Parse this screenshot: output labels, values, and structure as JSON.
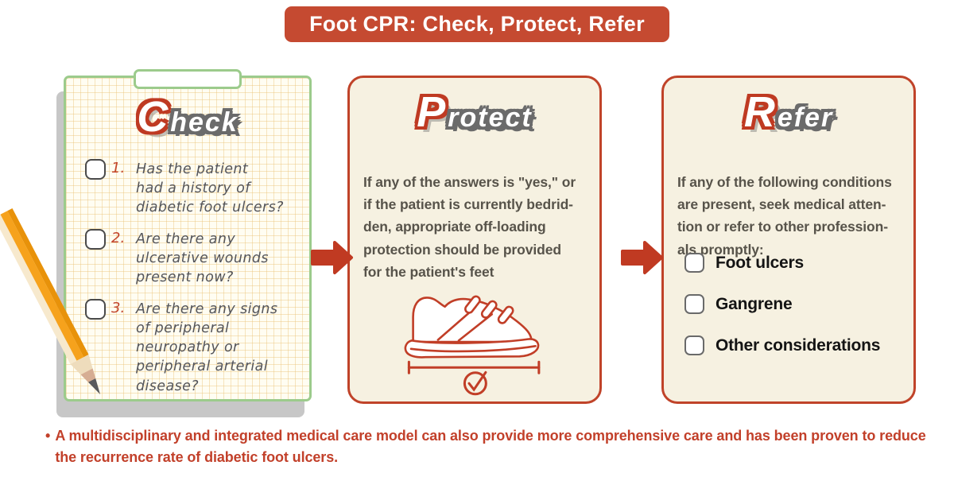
{
  "title": "Foot CPR: Check, Protect, Refer",
  "colors": {
    "title_bg": "#c54a31",
    "accent_red": "#c13e27",
    "card_bg": "#f6f1e1",
    "clipboard_green": "#9ccb8c",
    "paper": "#fffdf2",
    "grid_line": "#ebc47a",
    "body_text": "#57534a",
    "handwriting_text": "#54555a",
    "note_text": "#c2402a",
    "pencil_orange": "#f6a21c"
  },
  "icons": {
    "arrow": "arrow-right-icon",
    "protect": "sneaker-measure-check-icon",
    "pencil": "pencil-icon",
    "checkbox": "checkbox-unchecked"
  },
  "cards": {
    "check": {
      "heading_initial": "C",
      "heading_rest": "heck",
      "items": [
        {
          "number": "1.",
          "text": "Has the patient\nhad a history of\ndiabetic foot ulcers?"
        },
        {
          "number": "2.",
          "text": "Are there any\nulcerative wounds\npresent now?"
        },
        {
          "number": "3.",
          "text": "Are there any signs\nof peripheral\nneuropathy or\nperipheral arterial\ndisease?"
        }
      ]
    },
    "protect": {
      "heading_initial": "P",
      "heading_rest": "rotect",
      "body": "If any of the answers is \"yes,\" or\nif the patient is currently bedrid-\nden, appropriate off-loading\nprotection should be provided\nfor the patient's feet"
    },
    "refer": {
      "heading_initial": "R",
      "heading_rest": "efer",
      "body": "If any of the following conditions\nare present, seek medical atten-\ntion or refer to other profession-\nals promptly:",
      "items": [
        {
          "label": "Foot ulcers"
        },
        {
          "label": "Gangrene"
        },
        {
          "label": "Other considerations"
        }
      ]
    }
  },
  "footnote": {
    "bullet": "•",
    "text": "A multidisciplinary and integrated medical care model can also provide more comprehensive care and has been proven to reduce\nthe recurrence rate of diabetic foot ulcers."
  }
}
